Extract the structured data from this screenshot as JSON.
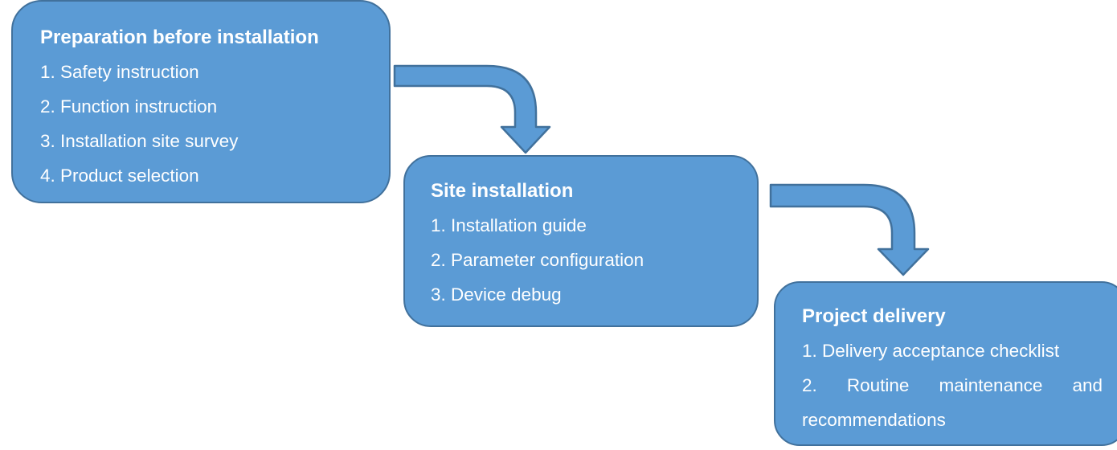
{
  "stages": [
    {
      "title": "Preparation before installation",
      "items": [
        "1. Safety instruction",
        "2. Function instruction",
        "3. Installation site survey",
        "4. Product selection"
      ]
    },
    {
      "title": "Site installation",
      "items": [
        "1. Installation guide",
        "2. Parameter configuration",
        "3. Device debug"
      ]
    },
    {
      "title": "Project delivery",
      "items": [
        "1. Delivery acceptance checklist",
        "2. Routine maintenance and recommendations"
      ]
    }
  ],
  "colors": {
    "box_fill": "#5b9bd5",
    "box_border": "#41719c",
    "text": "#ffffff"
  }
}
